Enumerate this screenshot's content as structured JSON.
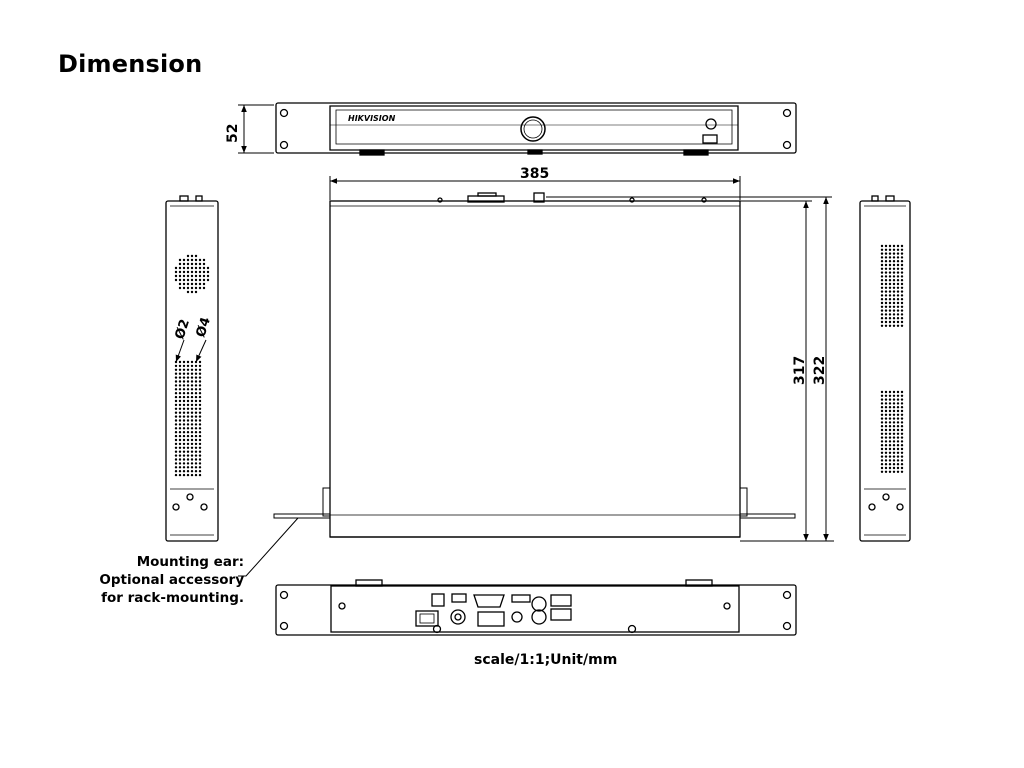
{
  "page": {
    "title": "Dimension"
  },
  "front_view": {
    "brand": "HIKVISION"
  },
  "dimensions": {
    "height": "52",
    "width": "385",
    "depth_body": "317",
    "depth_total": "322",
    "hole_small": "Ø2",
    "hole_large": "Ø4"
  },
  "notes": {
    "mounting_line1": "Mounting ear:",
    "mounting_line2": "Optional accessory",
    "mounting_line3": "for rack-mounting.",
    "scale": "scale/1:1;Unit/mm"
  }
}
